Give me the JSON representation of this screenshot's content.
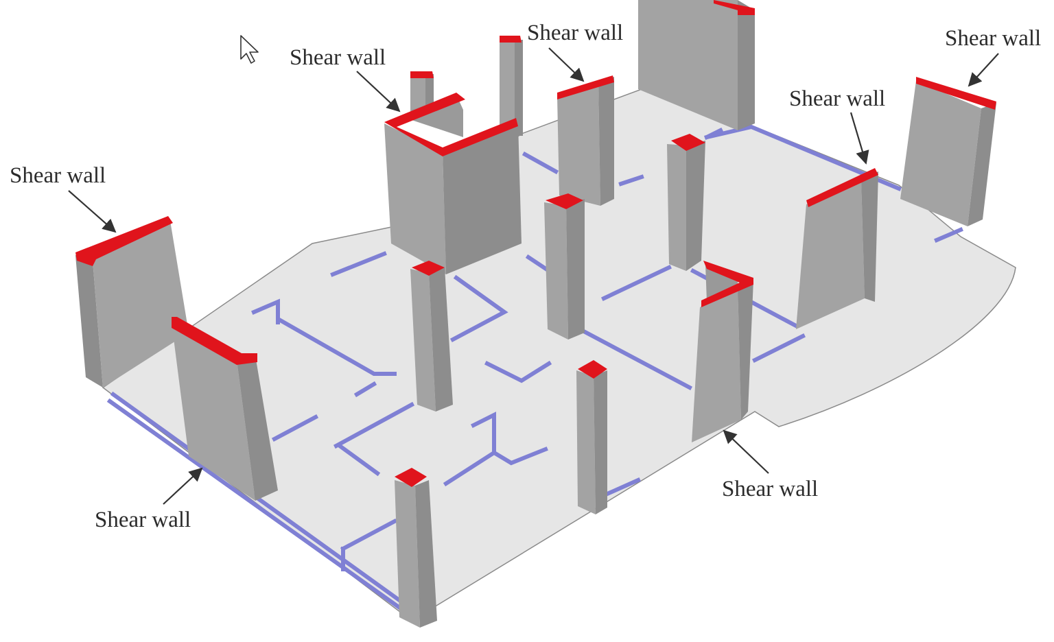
{
  "diagram": {
    "labels": [
      "Shear wall",
      "Shear wall",
      "Shear wall",
      "Shear wall",
      "Shear wall",
      "Shear wall",
      "Shear wall"
    ]
  },
  "colors": {
    "slab": "#e6e6e6",
    "wall_face": "#a3a3a3",
    "wall_side": "#8d8d8d",
    "wall_top": "#e0141c",
    "beam": "#7f80d4",
    "text": "#2b2b2b"
  },
  "cursor": {
    "icon": "mouse-pointer-icon"
  }
}
